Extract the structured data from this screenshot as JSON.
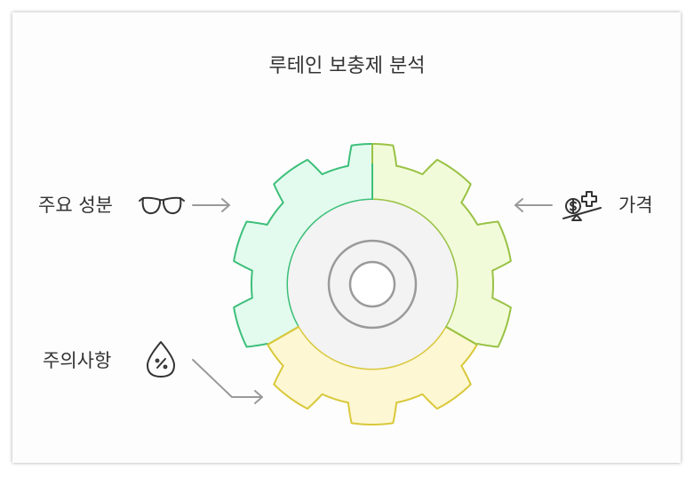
{
  "title": "루테인 보충제 분석",
  "segments": [
    {
      "label": "주요 성분",
      "icon": "glasses-icon",
      "fill": "#e3fbee",
      "stroke": "#3dbf7a"
    },
    {
      "label": "가격",
      "icon": "price-scale-icon",
      "fill": "#f2fbd9",
      "stroke": "#99c244"
    },
    {
      "label": "주의사항",
      "icon": "percent-drop-icon",
      "fill": "#fdf7d3",
      "stroke": "#d9c83a"
    }
  ],
  "colors": {
    "text": "#333333",
    "arrow": "#9a9a9a",
    "hub_fill": "#f3f3f3",
    "hub_stroke": "#9a9a9a"
  }
}
